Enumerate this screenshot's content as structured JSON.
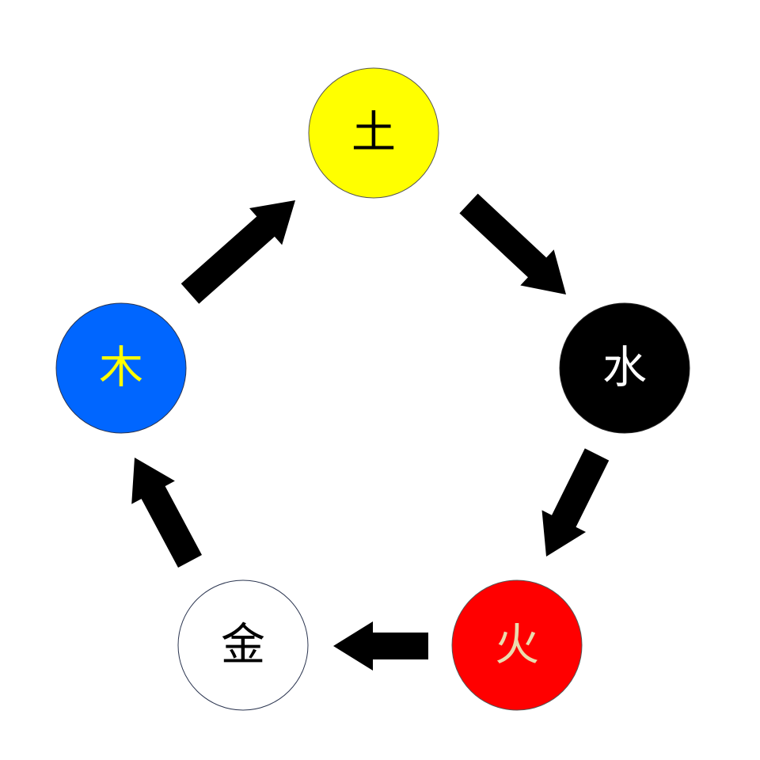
{
  "background": "#ffffff",
  "nodes": [
    {
      "id": "earth",
      "label": "土",
      "fill": "#ffff00",
      "text_color": "#000000",
      "stroke": "#555555"
    },
    {
      "id": "water",
      "label": "水",
      "fill": "#000000",
      "text_color": "#ffffff",
      "stroke": "#222222"
    },
    {
      "id": "fire",
      "label": "火",
      "fill": "#ff0000",
      "text_color": "#eadcae",
      "stroke": "#555555"
    },
    {
      "id": "metal",
      "label": "金",
      "fill": "#ffffff",
      "text_color": "#000000",
      "stroke": "#2b3550"
    },
    {
      "id": "wood",
      "label": "木",
      "fill": "#0066ff",
      "text_color": "#ffff00",
      "stroke": "#2b3550"
    }
  ],
  "edges": [
    {
      "from": "earth",
      "to": "water"
    },
    {
      "from": "water",
      "to": "fire"
    },
    {
      "from": "fire",
      "to": "metal"
    },
    {
      "from": "metal",
      "to": "wood"
    },
    {
      "from": "wood",
      "to": "earth"
    }
  ],
  "arrow_color": "#000000"
}
